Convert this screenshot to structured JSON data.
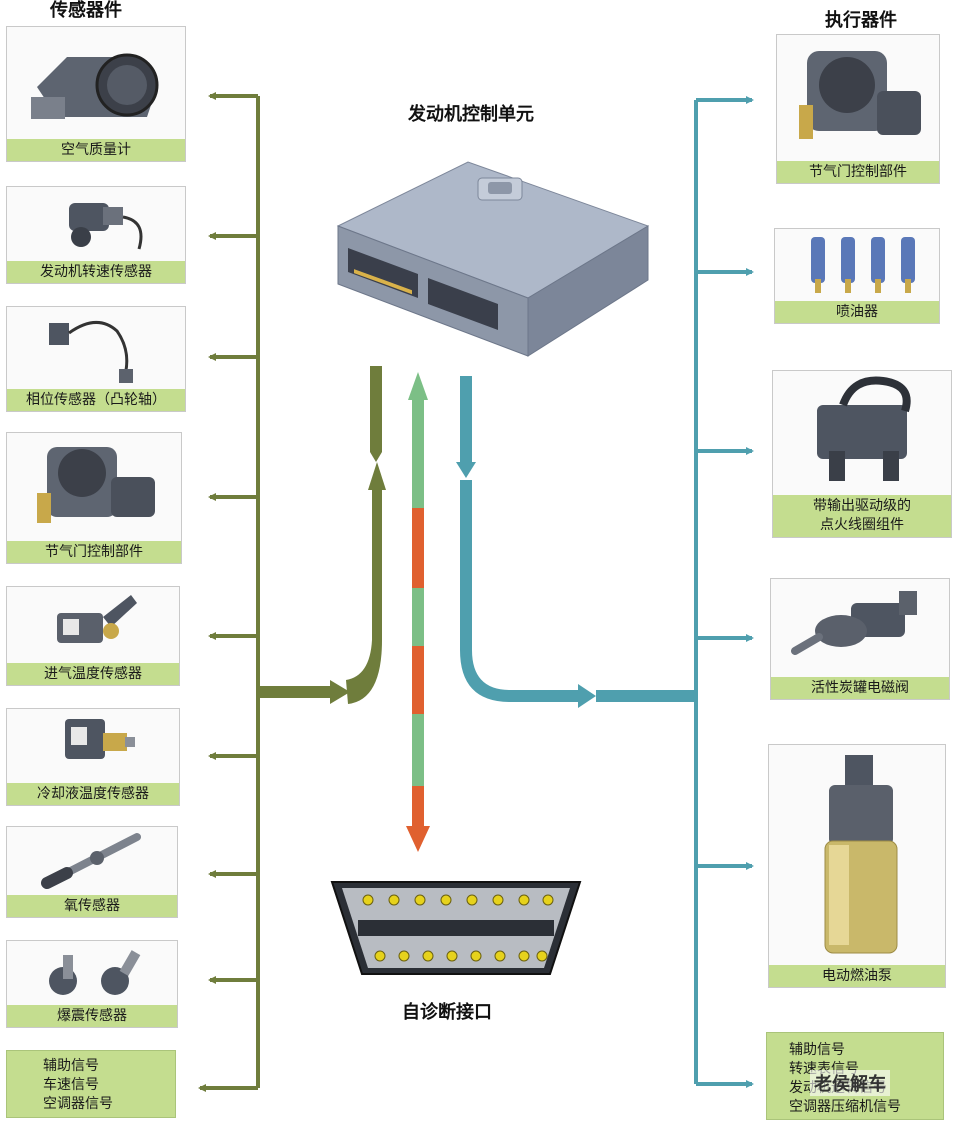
{
  "headings": {
    "sensors": "传感器件",
    "actuators": "执行器件",
    "ecu": "发动机控制单元",
    "diag": "自诊断接口"
  },
  "sensors": [
    {
      "label": "空气质量计",
      "icon": "air-mass-meter-icon"
    },
    {
      "label": "发动机转速传感器",
      "icon": "engine-speed-sensor-icon"
    },
    {
      "label": "相位传感器（凸轮轴）",
      "icon": "phase-sensor-icon"
    },
    {
      "label": "节气门控制部件",
      "icon": "throttle-body-icon"
    },
    {
      "label": "进气温度传感器",
      "icon": "intake-temp-sensor-icon"
    },
    {
      "label": "冷却液温度传感器",
      "icon": "coolant-temp-sensor-icon"
    },
    {
      "label": "氧传感器",
      "icon": "oxygen-sensor-icon"
    },
    {
      "label": "爆震传感器",
      "icon": "knock-sensor-icon"
    }
  ],
  "sensor_aux": [
    "辅助信号",
    "车速信号",
    "空调器信号"
  ],
  "actuators": [
    {
      "label": "节气门控制部件",
      "icon": "throttle-body-icon"
    },
    {
      "label": "喷油器",
      "icon": "injector-icon"
    },
    {
      "label": "带输出驱动级的",
      "label2": "点火线圈组件",
      "icon": "ignition-coil-icon"
    },
    {
      "label": "活性炭罐电磁阀",
      "icon": "canister-valve-icon"
    },
    {
      "label": "电动燃油泵",
      "icon": "fuel-pump-icon"
    }
  ],
  "actuator_aux": [
    "辅助信号",
    "转速表信号",
    "发动机运转信号",
    "空调器压缩机信号"
  ],
  "watermark": "老侯解车",
  "colors": {
    "sensor_line": "#6f7d3c",
    "actuator_line": "#4f9fae",
    "diag_green": "#7cbf86",
    "diag_orange": "#e0602f",
    "label_bg": "#c4dd8f"
  }
}
